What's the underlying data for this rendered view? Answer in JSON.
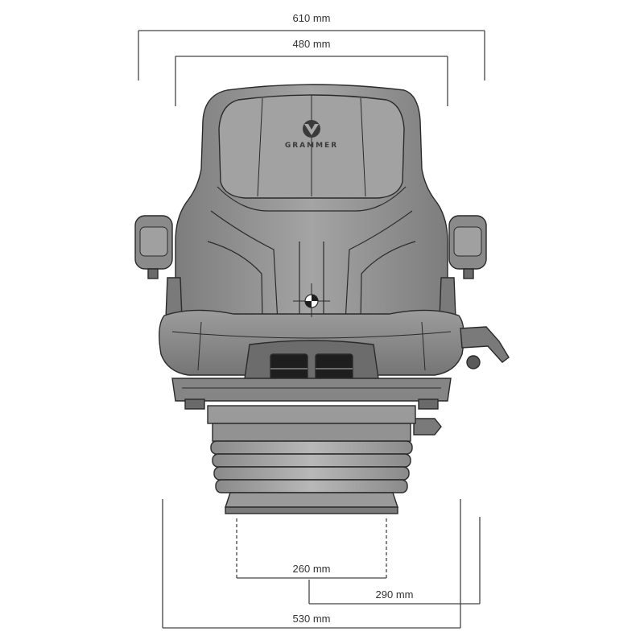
{
  "dimensions": {
    "top_outer": "610 mm",
    "top_inner": "480 mm",
    "bottom_inner": "260 mm",
    "bottom_offset": "290 mm",
    "bottom_outer": "530 mm"
  },
  "seat": {
    "brand_label": "GRAMMER",
    "logo_icon": "grammer-logo-icon"
  },
  "colors": {
    "upholstery": "#8f8f8f",
    "upholstery_dark": "#6e6e6e",
    "upholstery_light": "#a9a9a9",
    "outline": "#2a2a2a",
    "dimension_line": "#444444"
  }
}
